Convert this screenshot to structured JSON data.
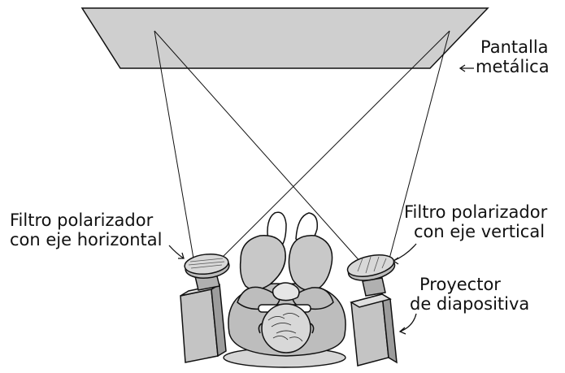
{
  "labels": {
    "screen_line1": "Pantalla",
    "screen_line2": "metálica",
    "left_filter_line1": "Filtro polarizador",
    "left_filter_line2": "con eje horizontal",
    "right_filter_line1": "Filtro polarizador",
    "right_filter_line2": "con eje vertical",
    "projector_line1": "Proyector",
    "projector_line2": "de diapositiva"
  },
  "colors": {
    "screen": "#cfcfcf",
    "outline": "#111111",
    "shirt": "#bdbdbd",
    "skin": "#d8d8d8",
    "projector": "#c4c4c4",
    "filter": "#d0d0d0"
  }
}
